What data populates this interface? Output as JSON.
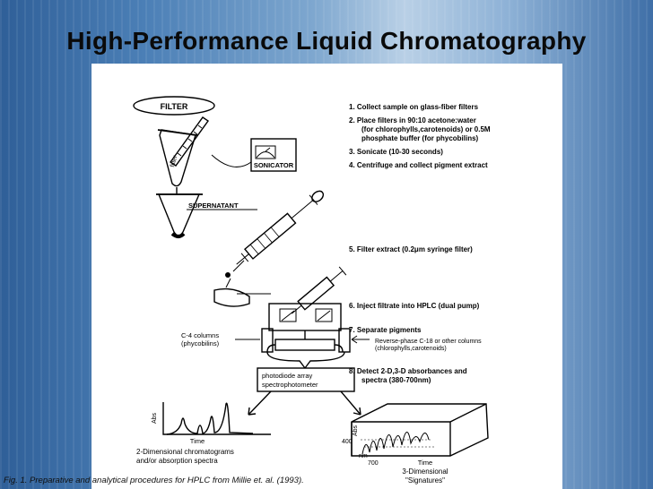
{
  "slide": {
    "title": "High-Performance Liquid Chromatography",
    "caption": "Fig. 1. Preparative and analytical procedures for HPLC from Millie et. al. (1993)."
  },
  "diagram": {
    "filter_label": "FILTER",
    "filter_tube_label": "filter",
    "sonicator_label": "SONICATOR",
    "supernatant_label": "SUPERNATANT",
    "c4_columns": [
      "C-4 columns",
      "(phycobilins)"
    ],
    "reverse_phase": [
      "Reverse-phase C-18 or other columns",
      "(chlorophylls,carotenoids)"
    ],
    "detector": [
      "photodiode array",
      "spectrophotometer"
    ],
    "chart2d": {
      "ylabel": "Abs",
      "xlabel": "Time",
      "caption": [
        "2-Dimensional chromatograms",
        "and/or absorption spectra"
      ]
    },
    "chart3d": {
      "ylabel": "Abs",
      "axis_start": "400",
      "axis_unit": "nm",
      "axis_end": "700",
      "xlabel": "Time",
      "caption": [
        "3-Dimensional",
        "\"Signatures\""
      ]
    },
    "steps": [
      {
        "lines": [
          "1.  Collect sample on glass-fiber filters"
        ]
      },
      {
        "lines": [
          "2.  Place filters in 90:10 acetone:water",
          "(for chlorophylls,carotenoids) or 0.5M",
          "phosphate buffer (for phycobilins)"
        ]
      },
      {
        "lines": [
          "3.  Sonicate (10-30 seconds)"
        ]
      },
      {
        "lines": [
          "4.  Centrifuge and collect pigment extract"
        ]
      },
      {
        "lines": [
          "5.  Filter extract (0.2μm syringe filter)"
        ]
      },
      {
        "lines": [
          "6.  Inject filtrate into HPLC (dual pump)"
        ]
      },
      {
        "lines": [
          "7.  Separate pigments"
        ]
      },
      {
        "lines": [
          "8.  Detect 2-D,3-D absorbances and",
          "spectra (380-700nm)"
        ]
      }
    ]
  },
  "colors": {
    "ink": "#000000",
    "paper": "#ffffff",
    "title": "#0a0a0a"
  }
}
